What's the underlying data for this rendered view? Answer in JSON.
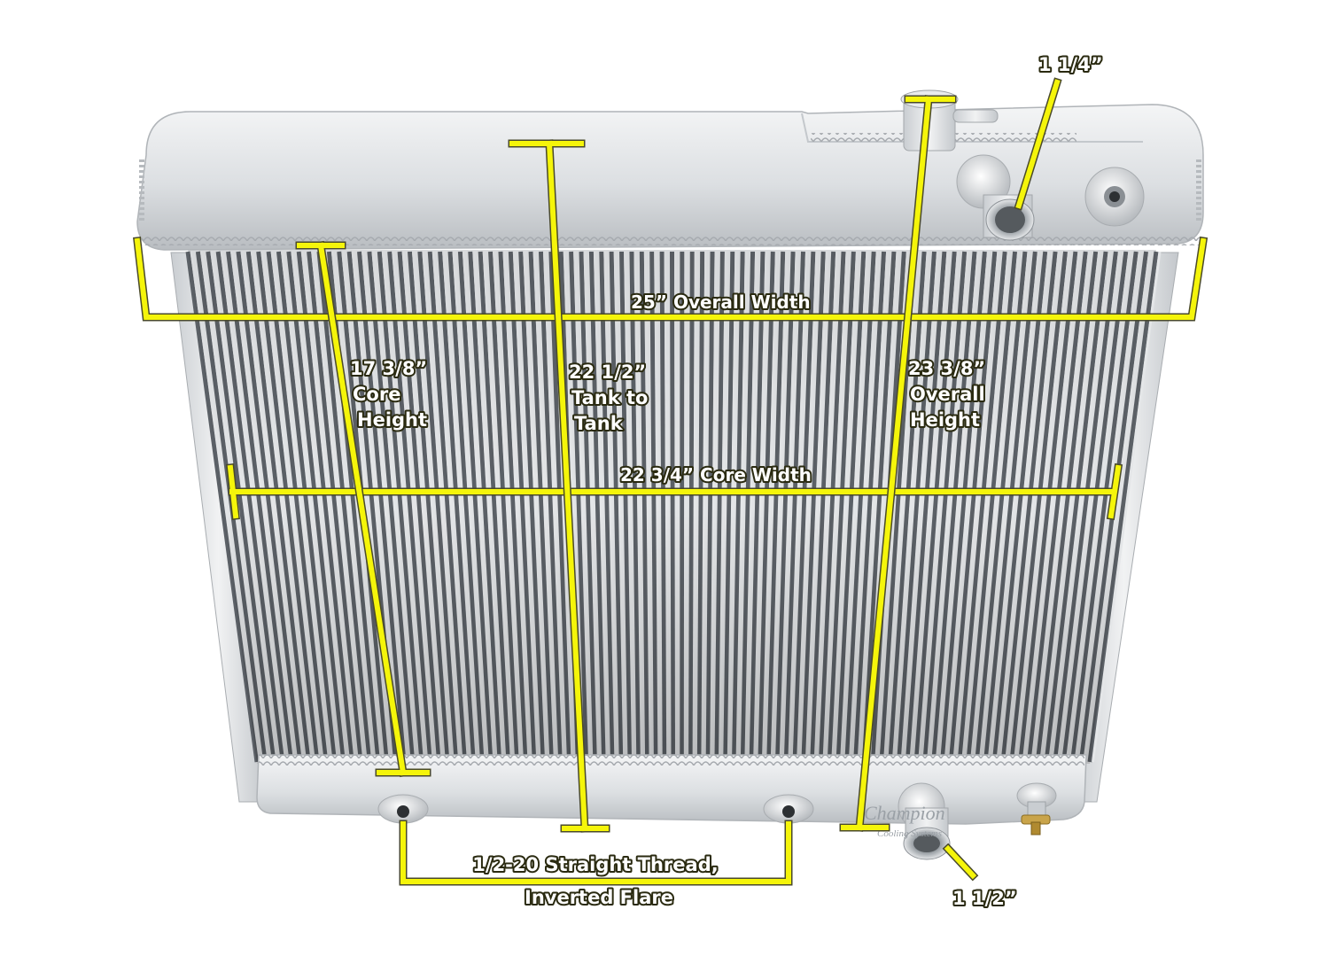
{
  "diagram": {
    "colors": {
      "dimension": "#f5f50a",
      "outline": "#4a4a2a",
      "label": "#ffffff",
      "metal_light": "#eef0f2",
      "metal_mid": "#d6d9dc",
      "metal_dark": "#9ea3a8",
      "fin_dark": "#5b6066",
      "fin_light": "#e4e6e8"
    },
    "labels": {
      "overall_width": "25” Overall Width",
      "core_width": "22 3/4” Core Width",
      "core_height": [
        "17 3/8”",
        "Core",
        "Height"
      ],
      "tank_to_tank": [
        "22 1/2”",
        "Tank to",
        "Tank"
      ],
      "overall_height": [
        "23 3/8”",
        "Overall",
        "Height"
      ],
      "inlet": "1 1/4”",
      "outlet": "1 1/2”",
      "fitting": [
        "1/2-20 Straight Thread,",
        "Inverted Flare"
      ]
    },
    "watermark": {
      "name": "Champion",
      "sub": "Cooling Systems"
    }
  }
}
